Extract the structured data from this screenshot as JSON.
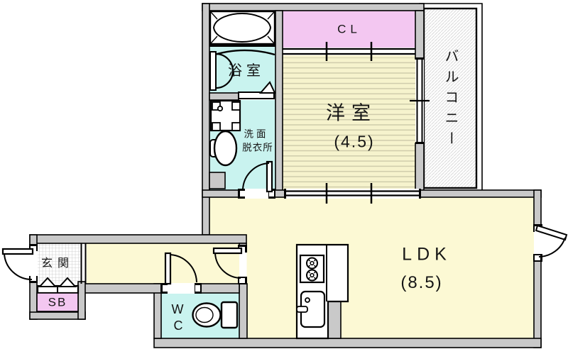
{
  "title": "1LDK apartment floor plan",
  "rooms": {
    "bathroom": {
      "label": "浴室"
    },
    "laundry": {
      "label_line1": "洗面",
      "label_line2": "脱衣所"
    },
    "closet": {
      "label": "CL"
    },
    "western_room": {
      "label": "洋室",
      "size": "(4.5)"
    },
    "balcony": {
      "label": "バルコニー"
    },
    "ldk": {
      "label": "LDK",
      "size": "(8.5)"
    },
    "entrance": {
      "label": "玄関"
    },
    "shoe_box": {
      "label": "SB"
    },
    "toilet": {
      "label_line1": "W",
      "label_line2": "C"
    }
  },
  "fixtures": [
    "bathtub-icon",
    "bath-folding-door-icon",
    "washing-machine-pan-icon",
    "wash-basin-icon",
    "toilet-icon",
    "gas-stove-icon",
    "kitchen-sink-icon",
    "entrance-step-icon"
  ],
  "colors": {
    "wall_fill": "#c9c9c9",
    "line_black": "#000000",
    "room_yellow": "#fcf9d4",
    "tatami_base": "#f6f3cd",
    "tatami_stripe": "#cfccab",
    "accent_pink": "#f3c7f1",
    "accent_cyan": "#c9f3ef",
    "hatch_gray": "#d9d9d9",
    "grid_gray": "#cccccc"
  }
}
